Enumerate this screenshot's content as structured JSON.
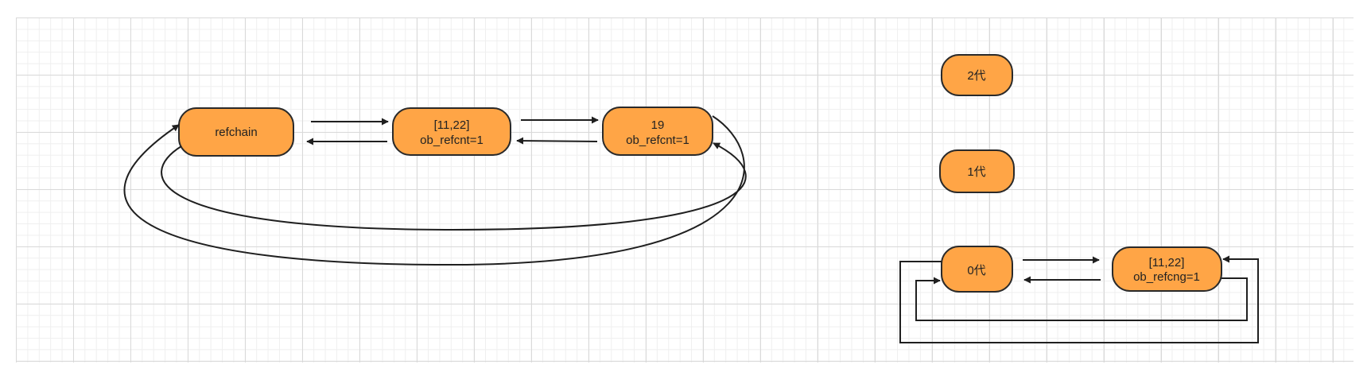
{
  "diagram": {
    "left": {
      "refchain": {
        "label": "refchain"
      },
      "list": {
        "line1": "[11,22]",
        "line2": "ob_refcnt=1"
      },
      "num": {
        "line1": "19",
        "line2": "ob_refcnt=1"
      }
    },
    "right": {
      "gen2": {
        "label": "2代"
      },
      "gen1": {
        "label": "1代"
      },
      "gen0": {
        "label": "0代"
      },
      "list": {
        "line1": "[11,22]",
        "line2": "ob_refcng=1"
      }
    }
  },
  "colors": {
    "node_fill": "#ffa546",
    "node_stroke": "#2a2a2a",
    "edge": "#1f1f1f",
    "grid_major": "#d9d9d9",
    "grid_minor": "#efefef"
  }
}
